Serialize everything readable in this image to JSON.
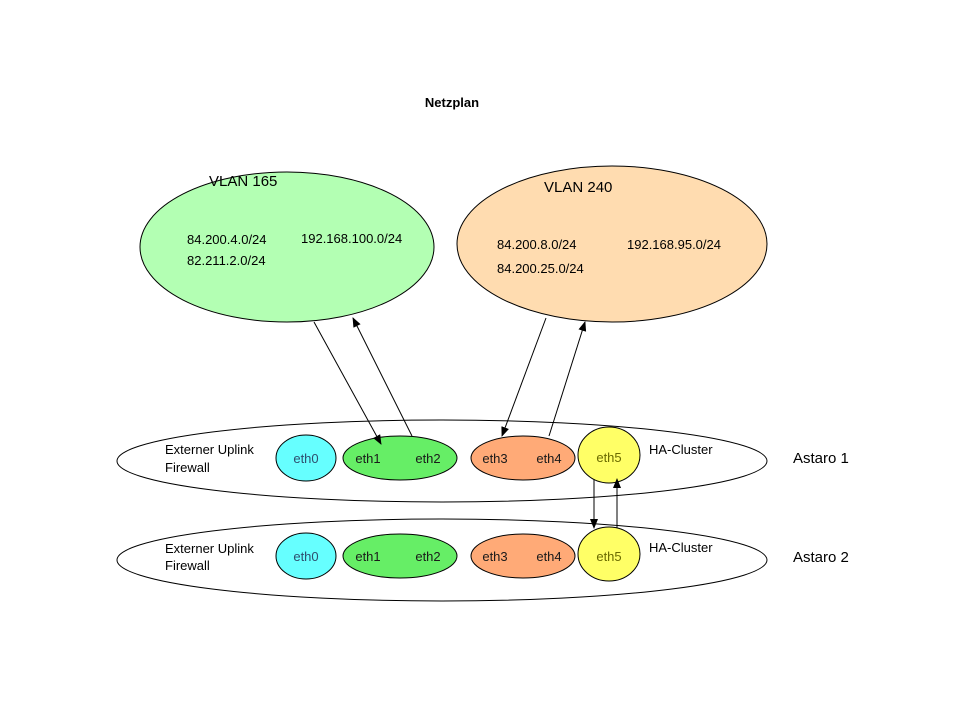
{
  "title": "Netzplan",
  "vlans": [
    {
      "name": "VLAN 165",
      "color": "#b3ffb3",
      "networks": [
        "84.200.4.0/24",
        "82.211.2.0/24",
        "192.168.100.0/24"
      ]
    },
    {
      "name": "VLAN 240",
      "color": "#ffdcb0",
      "networks": [
        "84.200.8.0/24",
        "84.200.25.0/24",
        "192.168.95.0/24"
      ]
    }
  ],
  "hosts": [
    {
      "name": "Astaro 1",
      "uplink_line1": "Externer Uplink",
      "uplink_line2": "Firewall",
      "cluster_label": "HA-Cluster",
      "interfaces": [
        "eth0",
        "eth1",
        "eth2",
        "eth3",
        "eth4",
        "eth5"
      ]
    },
    {
      "name": "Astaro 2",
      "uplink_line1": "Externer Uplink",
      "uplink_line2": "Firewall",
      "cluster_label": "HA-Cluster",
      "interfaces": [
        "eth0",
        "eth1",
        "eth2",
        "eth3",
        "eth4",
        "eth5"
      ]
    }
  ],
  "colors": {
    "eth0": "#66ffff",
    "eth1_eth2": "#66ee66",
    "eth3_eth4": "#ffaa77",
    "eth5": "#ffff66",
    "line": "#000000"
  }
}
